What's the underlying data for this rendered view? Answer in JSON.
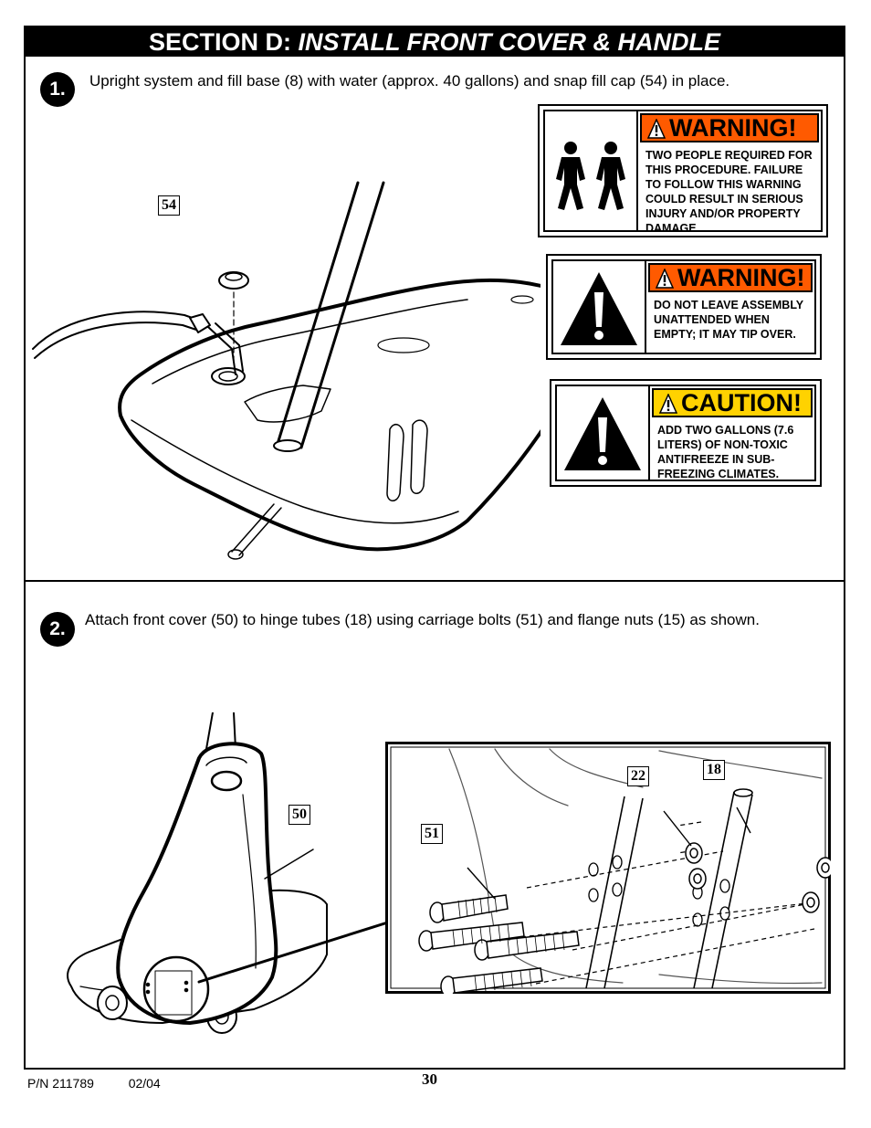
{
  "section": {
    "prefix": "SECTION D:",
    "title": "INSTALL FRONT COVER & HANDLE"
  },
  "steps": [
    {
      "number": "1.",
      "text": "Upright system and fill base (8) with water (approx. 40 gallons)  and snap fill cap (54) in place."
    },
    {
      "number": "2.",
      "text": "Attach front cover (50) to hinge tubes (18) using carriage bolts (51) and flange nuts (15) as shown."
    }
  ],
  "warnings": [
    {
      "header": "WARNING!",
      "icon": "two-people-icon",
      "color": "#ff5a00",
      "text": "TWO PEOPLE REQUIRED FOR THIS PROCEDURE. FAILURE TO FOLLOW THIS WARNING COULD RESULT IN SERIOUS INJURY AND/OR PROPERTY DAMAGE."
    },
    {
      "header": "WARNING!",
      "icon": "exclamation-triangle-icon",
      "color": "#ff5a00",
      "text": "DO NOT LEAVE ASSEMBLY UNATTENDED WHEN EMPTY; IT MAY TIP OVER."
    },
    {
      "header": "CAUTION!",
      "icon": "exclamation-triangle-icon",
      "color": "#ffd200",
      "text": "ADD TWO GALLONS (7.6 LITERS) OF NON-TOXIC ANTIFREEZE IN SUB-FREEZING CLIMATES."
    }
  ],
  "part_labels": {
    "fill_cap": "54",
    "front_cover": "50",
    "carriage_bolt": "51",
    "flange_nut": "22",
    "hinge_tube": "18"
  },
  "footer": {
    "part_number": "P/N 211789",
    "date": "02/04",
    "page": "30"
  }
}
